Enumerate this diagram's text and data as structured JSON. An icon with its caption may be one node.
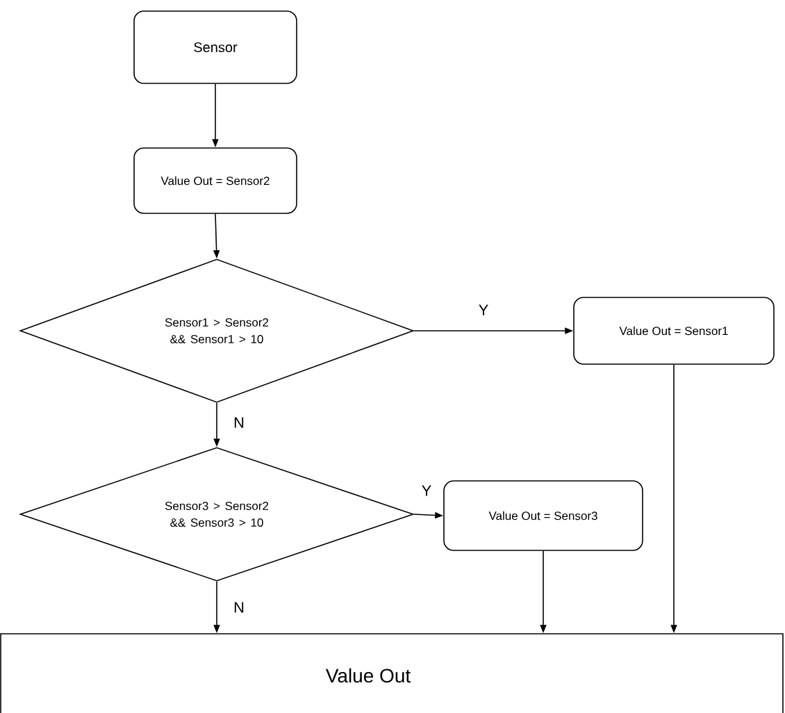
{
  "diagram": {
    "nodes": [
      {
        "text": [
          "Sensor"
        ]
      },
      {
        "text": [
          "Value Out = Sensor2"
        ]
      },
      {
        "text": [
          "Sensor1 > Sensor2 && Sensor1 > 10"
        ]
      },
      {
        "text": [
          "Value Out = Sensor1"
        ]
      },
      {
        "text": [
          "Sensor3 > Sensor2 && Sensor3 > 10"
        ]
      },
      {
        "text": [
          "Value Out = Sensor3"
        ]
      },
      {
        "text": [
          "Value Out"
        ]
      }
    ],
    "edges": [
      {
        "from": 0,
        "to": 1,
        "arrow": "to"
      },
      {
        "from": 1,
        "to": 2,
        "arrow": "to"
      },
      {
        "from": 2,
        "to": 3,
        "arrow": "to",
        "label": "Y"
      },
      {
        "from": 2,
        "to": 4,
        "arrow": "to",
        "label": "N"
      },
      {
        "from": 4,
        "to": 5,
        "arrow": "to",
        "label": "Y"
      },
      {
        "from": 4,
        "to": 6,
        "arrow": "to",
        "label": "N"
      },
      {
        "from": 5,
        "to": 6,
        "arrow": "to"
      },
      {
        "from": 3,
        "to": 6,
        "arrow": "to"
      }
    ]
  }
}
